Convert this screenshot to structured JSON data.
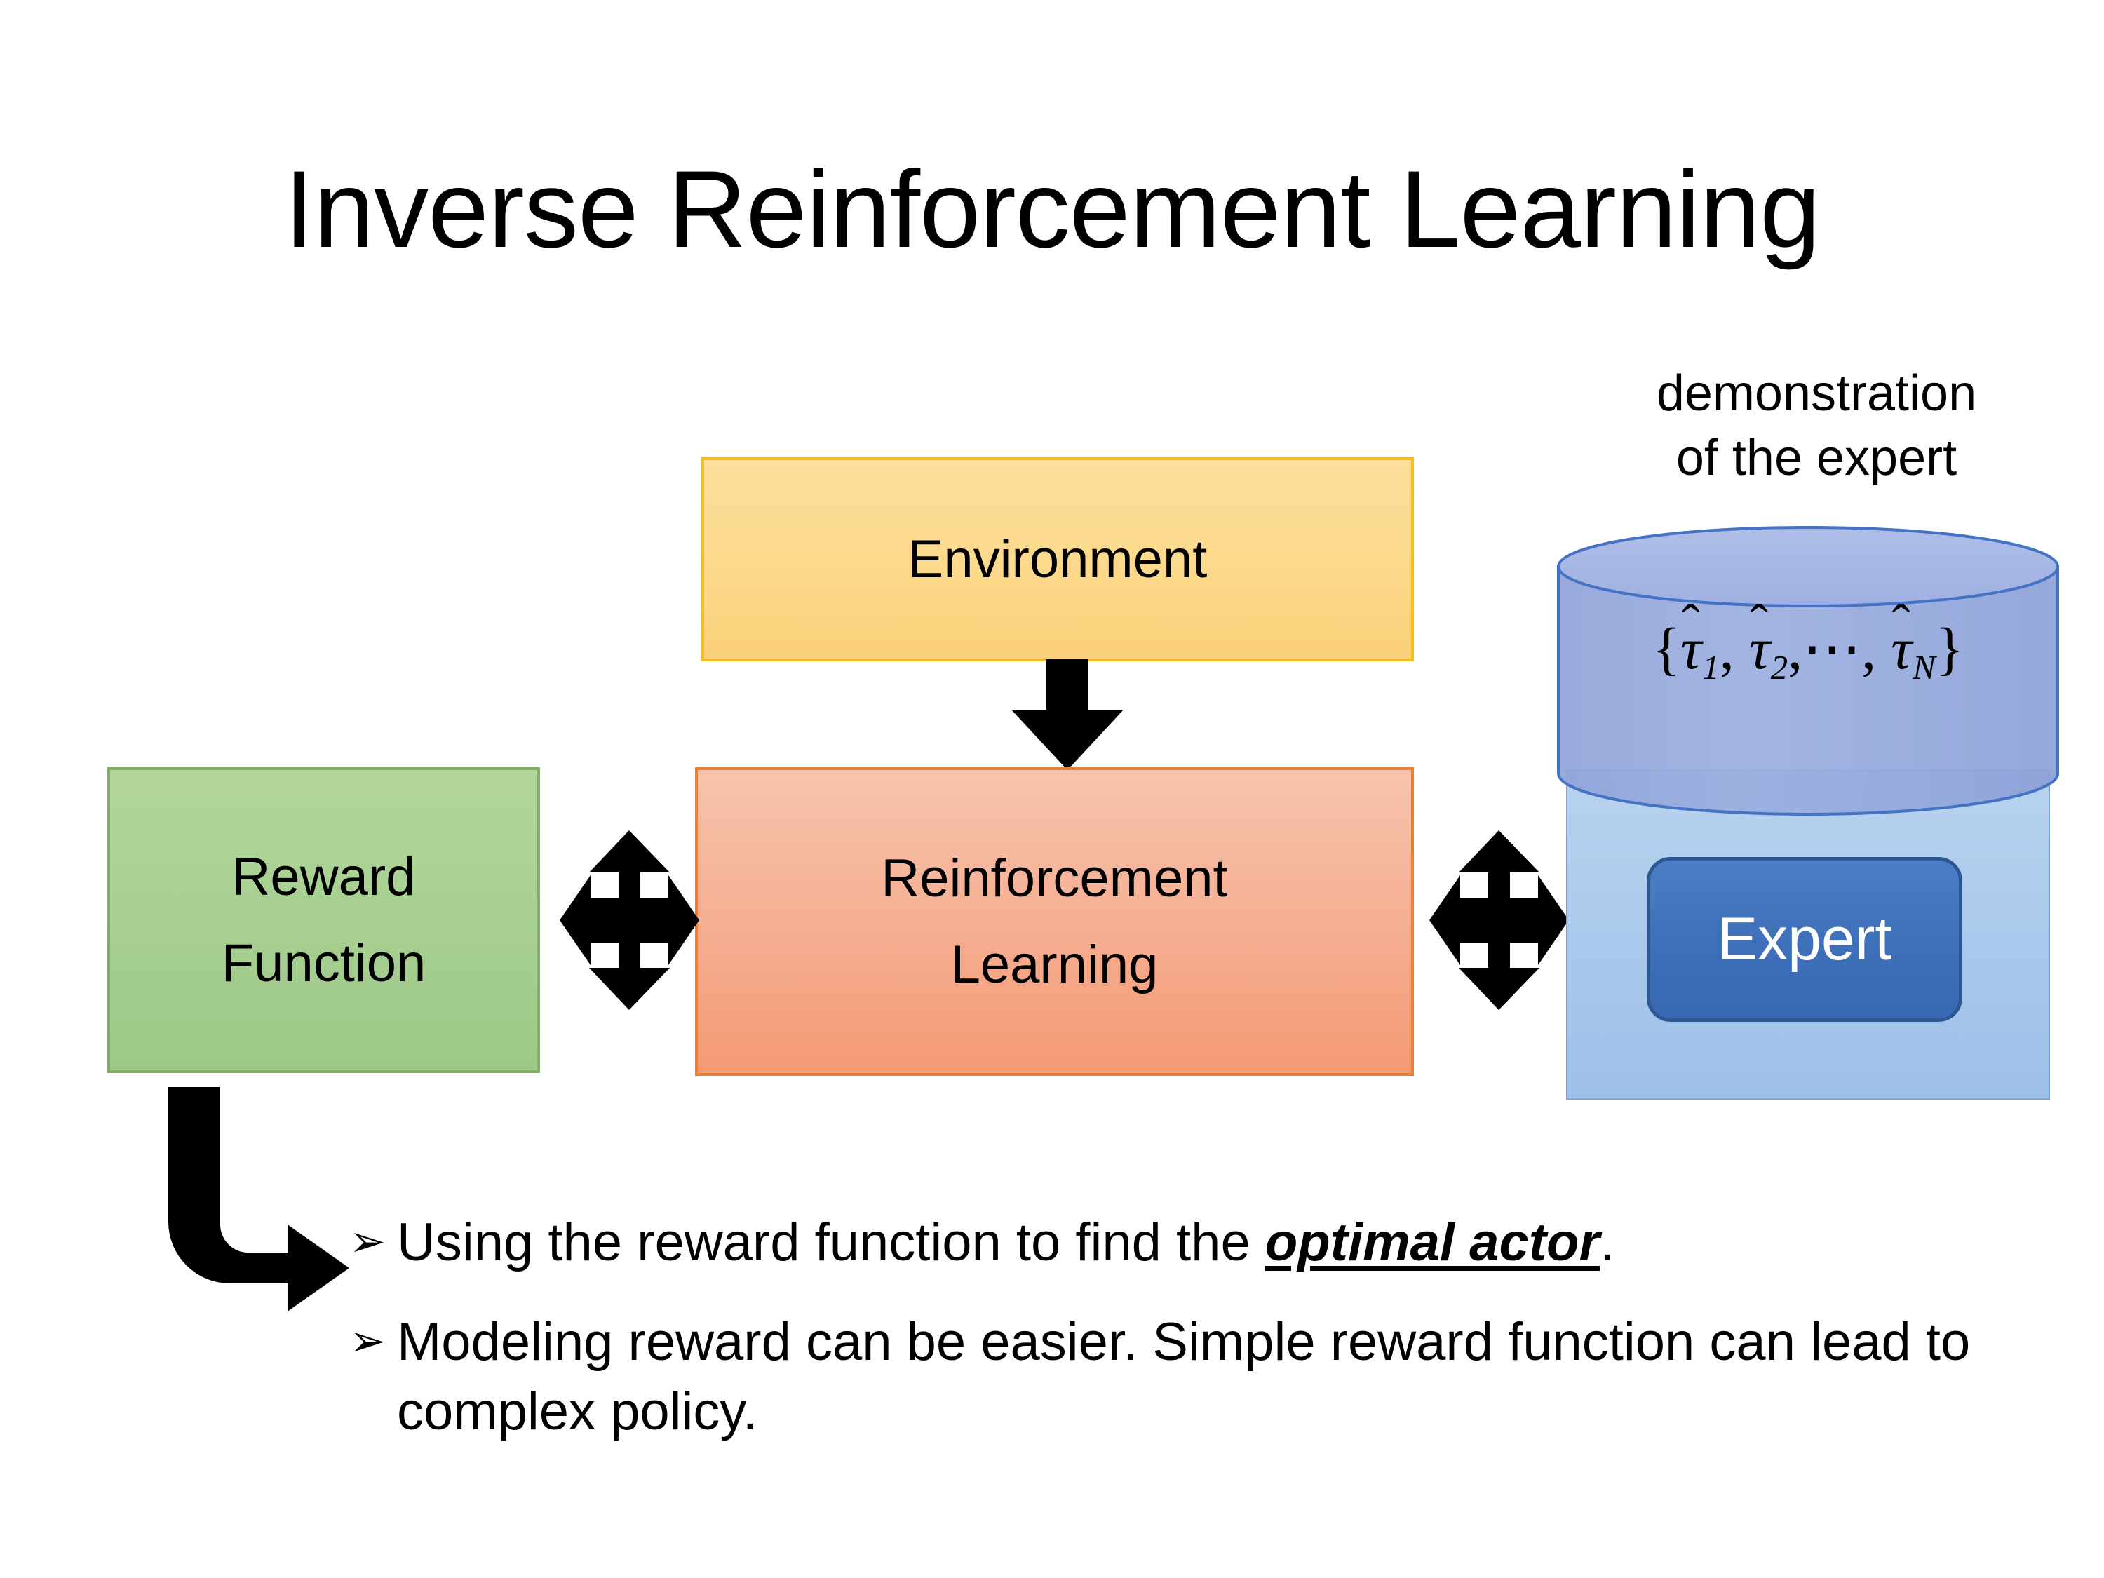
{
  "slide": {
    "title": "Inverse Reinforcement Learning",
    "background_color": "#ffffff"
  },
  "diagram": {
    "environment": {
      "label": "Environment",
      "fill_color": "#fcd98b",
      "border_color": "#f2bd1d"
    },
    "reinforcement_learning": {
      "label_line1": "Reinforcement",
      "label_line2": "Learning",
      "fill_color": "#f5b094",
      "border_color": "#e8803c"
    },
    "reward_function": {
      "label_line1": "Reward",
      "label_line2": "Function",
      "fill_color": "#a6cf91",
      "border_color": "#7fae64"
    },
    "expert_group": {
      "caption_line1": "demonstration",
      "caption_line2": "of the expert",
      "cylinder": {
        "open_brace": "{",
        "tau_symbol": "τ",
        "hat_symbol": "̂",
        "item1_sub": "1",
        "item2_sub": "2",
        "ellipsis": "⋯",
        "itemN_sub": "N",
        "comma": ",",
        "close_brace": "}",
        "fill_color": "#94a9de",
        "border_color": "#4472c4"
      },
      "backing": {
        "fill_color": "#a8c7eb",
        "border_color": "#7ba5d8"
      },
      "expert_button": {
        "label": "Expert",
        "fill_color": "#3f70ba",
        "border_color": "#2e5894",
        "text_color": "#ffffff"
      }
    },
    "connectors": [
      {
        "name": "environment-to-rl",
        "kind": "down-arrow",
        "color": "#000000"
      },
      {
        "name": "reward-function-to-rl",
        "kind": "quad-arrow",
        "color": "#000000"
      },
      {
        "name": "rl-to-expert",
        "kind": "quad-arrow",
        "color": "#000000"
      },
      {
        "name": "reward-function-to-bullets",
        "kind": "elbow-arrow",
        "color": "#000000"
      }
    ]
  },
  "bullets": [
    {
      "marker": "➢",
      "text_before": "Using the reward function to find the ",
      "emphasis": "optimal actor",
      "text_after": "."
    },
    {
      "marker": "➢",
      "text_before": "Modeling reward can be easier. Simple reward function can lead to complex policy.",
      "emphasis": "",
      "text_after": ""
    }
  ]
}
